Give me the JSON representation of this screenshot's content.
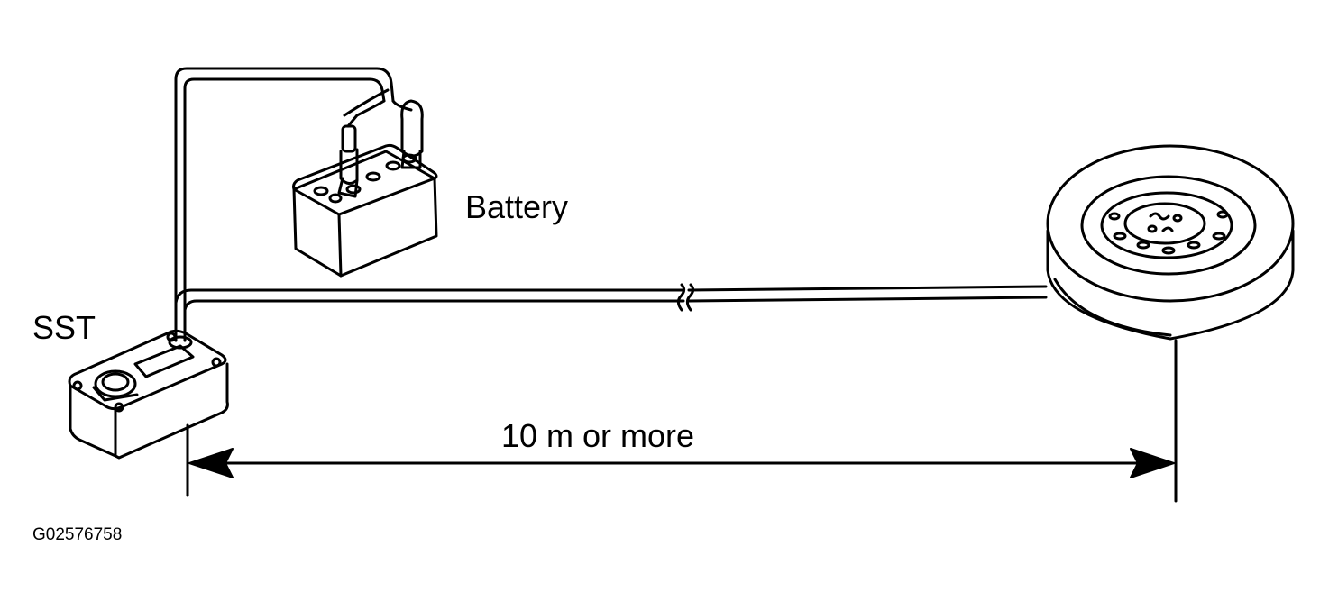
{
  "labels": {
    "battery": "Battery",
    "sst": "SST",
    "distance": "10 m or more",
    "figure_id": "G02576758"
  },
  "colors": {
    "line": "#000000",
    "background": "#ffffff"
  }
}
